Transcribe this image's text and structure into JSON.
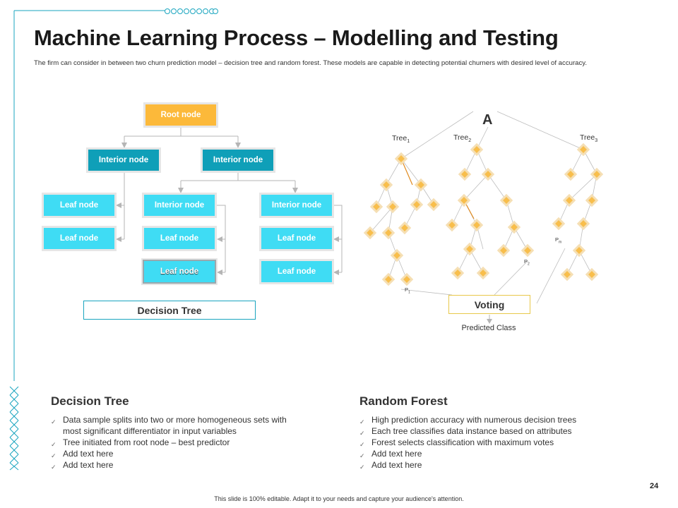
{
  "slide": {
    "title": "Machine Learning Process – Modelling and Testing",
    "subtitle": "The firm can consider in between two churn prediction model – decision tree and random forest. These models are capable in detecting potential churners with desired level of accuracy.",
    "page_number": "24",
    "footer": "This slide is 100% editable.  Adapt it to your needs and capture your audience's attention."
  },
  "decision_tree_diagram": {
    "root": "Root node",
    "interior_left": "Interior node",
    "interior_right": "Interior node",
    "interior_mid": "Interior node",
    "interior_far": "Interior node",
    "leaf_a": "Leaf node",
    "leaf_b": "Leaf node",
    "leaf_c": "Leaf node",
    "leaf_d": "Leaf node",
    "leaf_e": "Leaf node",
    "leaf_f": "Leaf node",
    "label": "Decision Tree"
  },
  "random_forest_diagram": {
    "root_label": "A",
    "tree1": {
      "base": "Tree",
      "sub": "1"
    },
    "tree2": {
      "base": "Tree",
      "sub": "2"
    },
    "tree3": {
      "base": "Tree",
      "sub": "3"
    },
    "p1": {
      "base": "P",
      "sub": "1"
    },
    "p2": {
      "base": "P",
      "sub": "2"
    },
    "pm": {
      "base": "P",
      "sub": "m"
    },
    "voting": "Voting",
    "predicted": "Predicted Class"
  },
  "sections": {
    "decision_tree": {
      "heading": "Decision Tree",
      "bullets": [
        "Data sample splits into two or more homogeneous sets with most significant differentiator  in input variables",
        "Tree initiated from root node – best predictor",
        "Add text here",
        "Add text here"
      ]
    },
    "random_forest": {
      "heading": "Random Forest",
      "bullets": [
        "High prediction accuracy with numerous decision trees",
        "Each tree classifies data instance based on attributes",
        "Forest selects classification with maximum votes",
        "Add text here",
        "Add text here"
      ]
    }
  },
  "colors": {
    "accent_teal": "#0f9fb8",
    "leaf_cyan": "#3fdcf4",
    "root_orange": "#fcb93a",
    "diamond_orange": "#f8be4c"
  },
  "icons": {
    "bullet": "checkmark-bullet-icon",
    "decoration": "cross-pattern-icon"
  }
}
